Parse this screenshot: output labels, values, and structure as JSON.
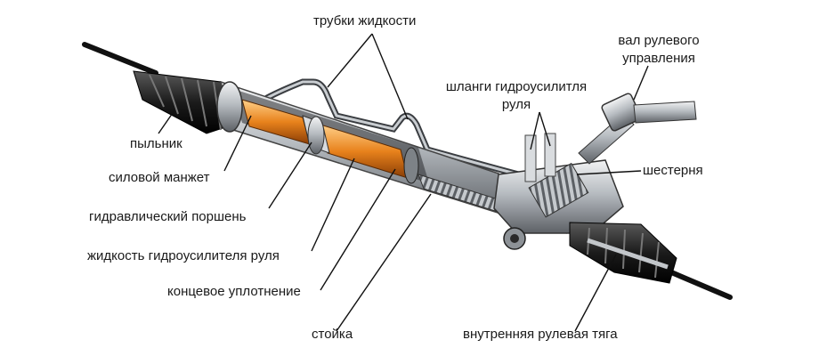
{
  "labels": {
    "tubes": "трубки жидкости",
    "shaft_line1": "вал рулевого",
    "shaft_line2": "управления",
    "hoses_line1": "шланги гидроусилитля",
    "hoses_line2": "руля",
    "boot": "пыльник",
    "seal": "силовой манжет",
    "piston": "гидравлический поршень",
    "pinion": "шестерня",
    "fluid": "жидкость гидроусилителя руля",
    "end_seal": "концевое уплотнение",
    "rack": "стойка",
    "tie_rod": "внутренняя рулевая тяга"
  },
  "colors": {
    "label_text": "#1a1a1a",
    "leader_line": "#111111",
    "fluid_orange": "#e8821c",
    "boot_black": "#1b1b1b",
    "metal_gray": "#a9aeb3"
  }
}
